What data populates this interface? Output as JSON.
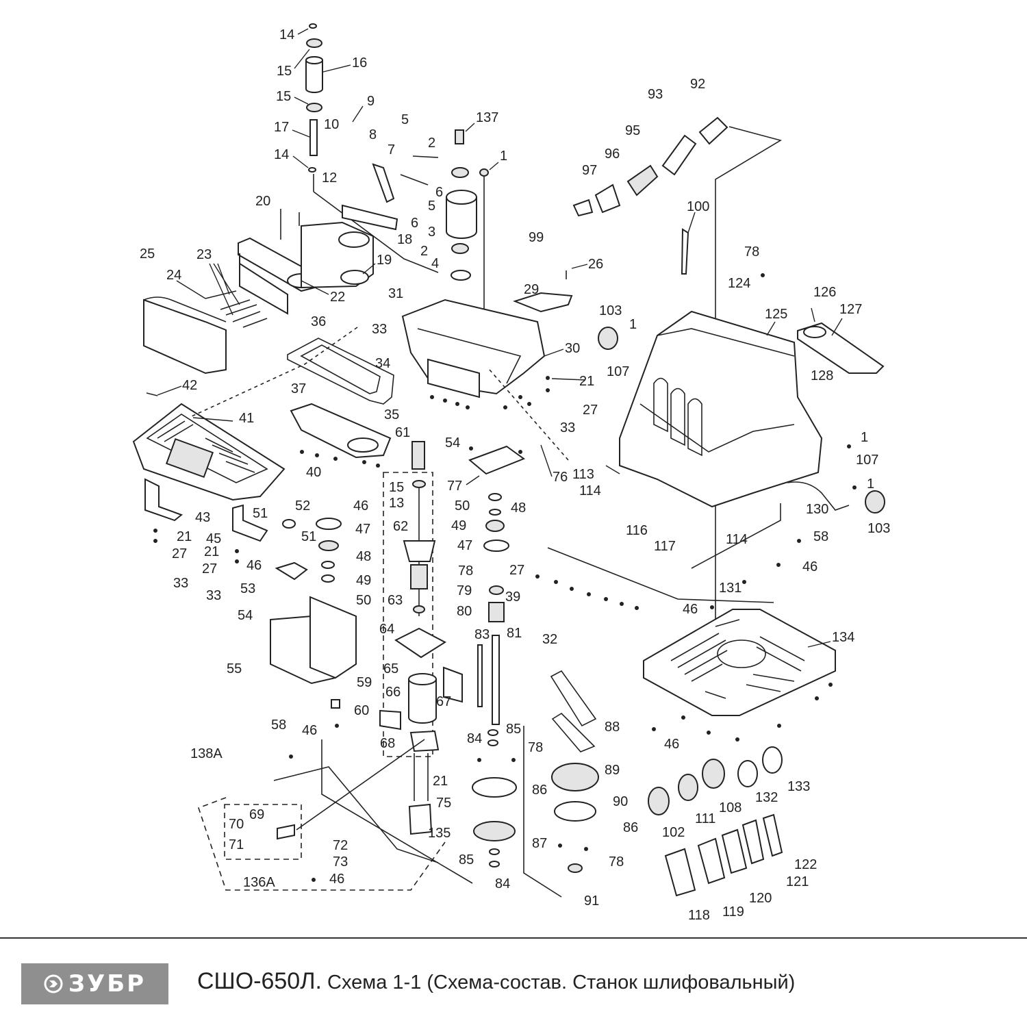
{
  "diagram": {
    "labels": [
      "14",
      "15",
      "16",
      "15",
      "17",
      "14",
      "10",
      "9",
      "12",
      "8",
      "5",
      "7",
      "2",
      "137",
      "1",
      "6",
      "5",
      "6",
      "3",
      "2",
      "4",
      "18",
      "20",
      "19",
      "23",
      "25",
      "24",
      "22",
      "31",
      "26",
      "29",
      "33",
      "36",
      "30",
      "34",
      "21",
      "27",
      "33",
      "35",
      "42",
      "37",
      "41",
      "40",
      "61",
      "54",
      "76",
      "77",
      "15",
      "13",
      "50",
      "48",
      "49",
      "62",
      "47",
      "51",
      "52",
      "46",
      "47",
      "51",
      "48",
      "21",
      "27",
      "43",
      "45",
      "33",
      "21",
      "27",
      "46",
      "53",
      "33",
      "49",
      "50",
      "63",
      "54",
      "55",
      "64",
      "65",
      "66",
      "67",
      "59",
      "60",
      "58",
      "46",
      "68",
      "21",
      "75",
      "135",
      "138A",
      "69",
      "70",
      "71",
      "72",
      "73",
      "46",
      "136A",
      "78",
      "79",
      "39",
      "80",
      "81",
      "83",
      "32",
      "84",
      "85",
      "86",
      "78",
      "87",
      "85",
      "84",
      "88",
      "89",
      "90",
      "86",
      "78",
      "91",
      "27",
      "93",
      "92",
      "95",
      "96",
      "97",
      "99",
      "100",
      "78",
      "124",
      "126",
      "127",
      "103",
      "1",
      "107",
      "125",
      "128",
      "1",
      "107",
      "1",
      "113",
      "114",
      "130",
      "103",
      "116",
      "117",
      "114",
      "58",
      "46",
      "131",
      "46",
      "134",
      "46",
      "133",
      "132",
      "108",
      "111",
      "102",
      "122",
      "121",
      "120",
      "119",
      "118"
    ]
  },
  "footer": {
    "logo_text": "ЗУБР",
    "model": "СШО-650Л.",
    "description": " Схема 1-1 (Схема-состав. Станок шлифовальный)"
  }
}
